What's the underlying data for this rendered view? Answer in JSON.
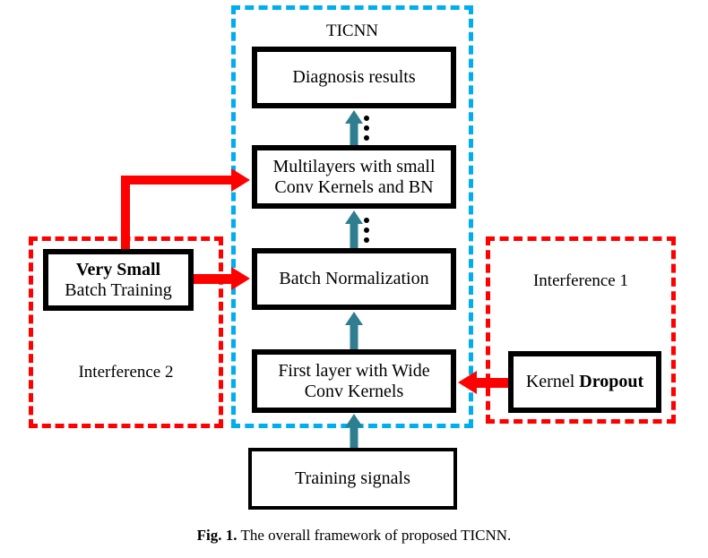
{
  "figure": {
    "caption_label": "Fig. 1.",
    "caption_text": "The overall framework of proposed TICNN.",
    "colors": {
      "ticnn_border": "#00AEEF",
      "interference_border": "#FF0000",
      "flow_arrow": "#2E7E8F",
      "interference_arrow": "#FF0000",
      "node_border": "#000000",
      "background": "#FFFFFF"
    }
  },
  "groups": {
    "ticnn": {
      "label": "TICNN"
    },
    "interference1": {
      "label": "Interference 1"
    },
    "interference2": {
      "label": "Interference 2"
    }
  },
  "nodes": {
    "diagnosis": {
      "text": "Diagnosis results"
    },
    "multilayers": {
      "line1": "Multilayers with small",
      "line2": "Conv Kernels and BN"
    },
    "batchnorm": {
      "text": "Batch Normalization"
    },
    "firstlayer": {
      "line1": "First layer with Wide",
      "line2": "Conv Kernels"
    },
    "training": {
      "text": "Training signals"
    },
    "verysmall": {
      "line1": "Very Small",
      "line2": "Batch Training"
    },
    "dropout": {
      "line1": "Kernel ",
      "line2": "Dropout"
    }
  },
  "ellipsis": {
    "upper": "vertical-ellipsis",
    "lower": "vertical-ellipsis"
  }
}
